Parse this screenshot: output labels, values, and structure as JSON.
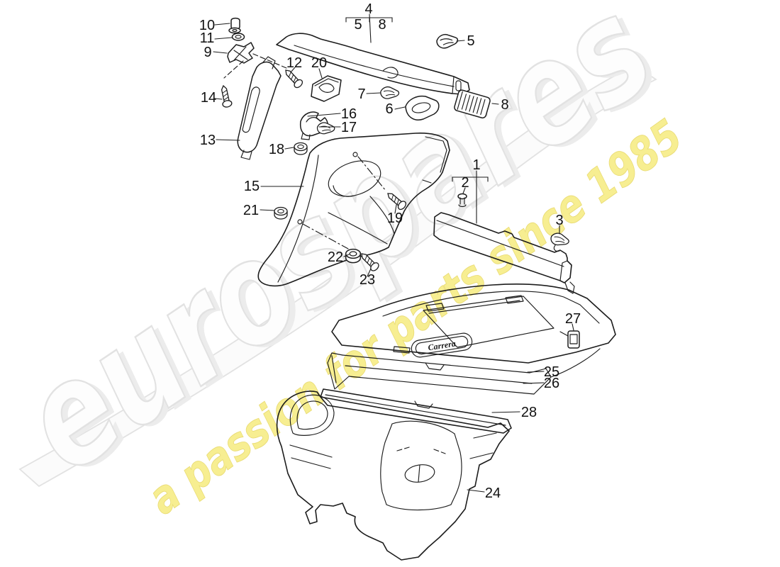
{
  "page": {
    "background": "#ffffff"
  },
  "watermark": {
    "brand": "eurospares",
    "tagline": "a passion for parts since 1985",
    "brand_fill": "#fdfdfd",
    "brand_outline": "#e2e2e2",
    "brand_shadow": "#ececec",
    "tagline_fill": "#f7ee8c",
    "tagline_outline": "#e8da6e",
    "swoosh_edge": "#e2e2e2",
    "swoosh_fill": "#fbfbfb"
  },
  "drawing": {
    "line_color": "#1c1c1c",
    "emblem_text": "Carrera"
  },
  "callouts": {
    "c1": "1",
    "c2": "2",
    "c3": "3",
    "c4": "4",
    "c4a": "5",
    "c4b": "8",
    "c5": "5",
    "c6": "6",
    "c7": "7",
    "c8": "8",
    "c9": "9",
    "c10": "10",
    "c11": "11",
    "c12": "12",
    "c13": "13",
    "c14": "14",
    "c15": "15",
    "c16": "16",
    "c17": "17",
    "c18": "18",
    "c19": "19",
    "c20": "20",
    "c21": "21",
    "c22": "22",
    "c23": "23",
    "c24": "24",
    "c25": "25",
    "c26": "26",
    "c27": "27",
    "c28": "28"
  }
}
